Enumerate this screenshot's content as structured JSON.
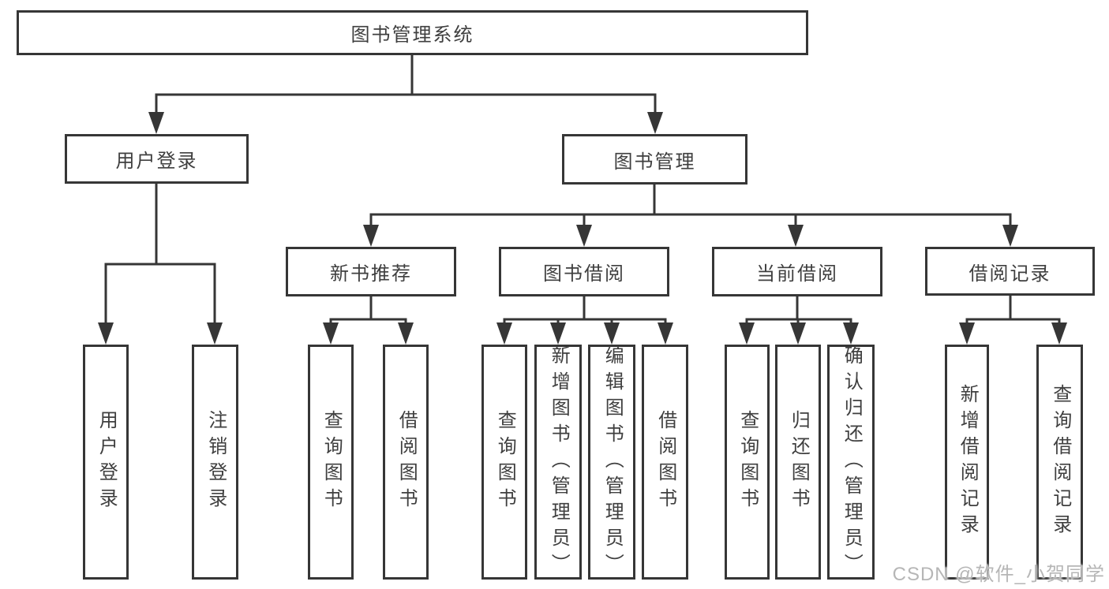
{
  "tree": {
    "root": {
      "label": "图书管理系统"
    },
    "level2": [
      {
        "label": "用户登录",
        "children": [
          "用户登录",
          "注销登录"
        ]
      },
      {
        "label": "图书管理"
      }
    ],
    "level3": [
      {
        "label": "新书推荐",
        "children": [
          "查询图书",
          "借阅图书"
        ]
      },
      {
        "label": "图书借阅",
        "children": [
          "查询图书",
          "新增图书（管理员）",
          "编辑图书（管理员）",
          "借阅图书"
        ]
      },
      {
        "label": "当前借阅",
        "children": [
          "查询图书",
          "归还图书",
          "确认归还（管理员）"
        ]
      },
      {
        "label": "借阅记录",
        "children": [
          "新增借阅记录",
          "查询借阅记录"
        ]
      }
    ]
  },
  "watermark": {
    "text": "CSDN @软件_小贺同学"
  },
  "colors": {
    "line": "#363636",
    "border": "#363636",
    "text": "#3f3f3f",
    "background": "#ffffff",
    "watermark": "#b6b6b6"
  }
}
